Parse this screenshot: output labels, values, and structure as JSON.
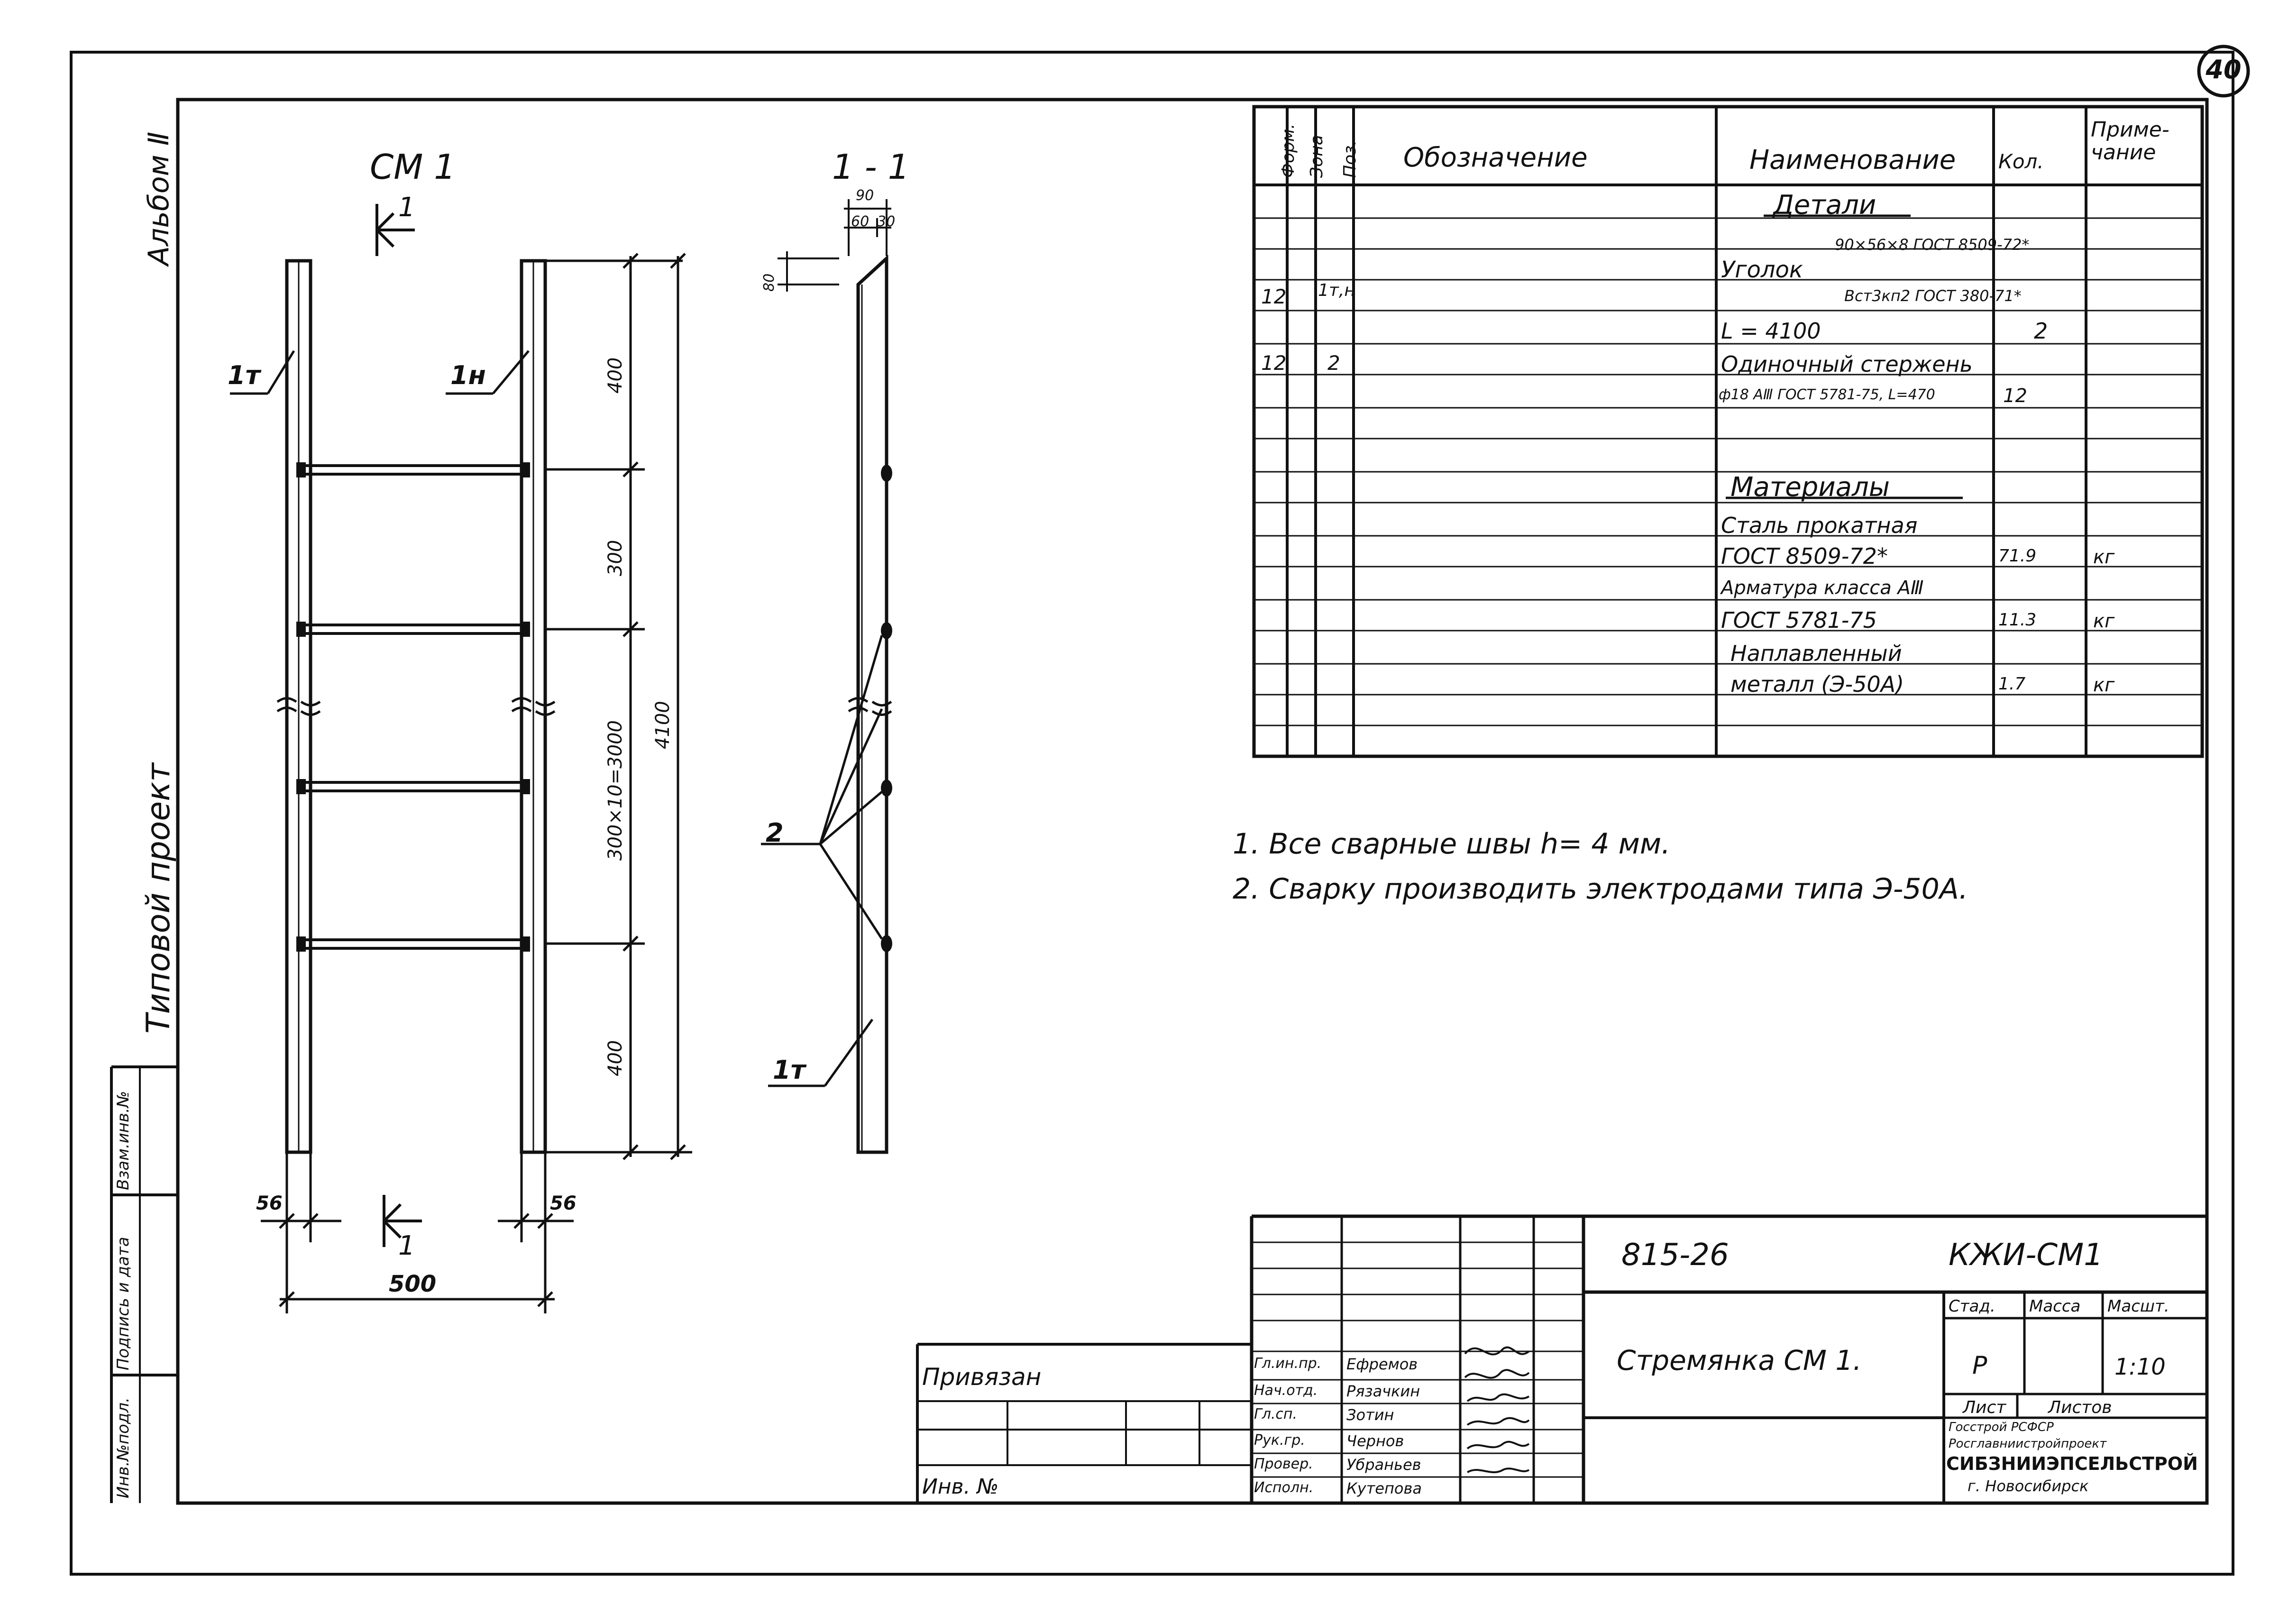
{
  "sheet_number": "40",
  "side_labels": {
    "album": "Альбом Ⅱ",
    "project_type": "Типовой проект",
    "stamp_columns": [
      "Инв.№подл.",
      "Подпись и дата",
      "Взам.инв.№"
    ]
  },
  "drawing": {
    "main_view_title": "СМ 1",
    "section_title": "1 - 1",
    "section_mark": "1",
    "callouts": {
      "stringer_left": "1т",
      "stringer_right": "1н",
      "rung": "2",
      "stringer_section": "1т"
    },
    "dims_vertical": [
      "400",
      "300",
      "300×10=3000",
      "400",
      "4100"
    ],
    "dims_horizontal": {
      "left_angle": "56",
      "right_angle": "56",
      "overall_width": "500"
    },
    "section_dims": {
      "total": "90",
      "part_a": "60",
      "part_b": "30",
      "bevel": "80"
    }
  },
  "spec_table": {
    "headers": {
      "format": "Форм.",
      "zone": "Зона",
      "pos": "Поз.",
      "designation": "Обозначение",
      "name": "Наименование",
      "qty": "Кол.",
      "note": "Приме-чание"
    },
    "section_details": "Детали",
    "row_angle": {
      "format": "12",
      "pos": "1т,н",
      "name_prefix": "Уголок",
      "name_top": "90×56×8 ГОСТ 8509-72*",
      "name_bottom": "Вст3кп2 ГОСТ 380-71*"
    },
    "row_length": {
      "name": "L = 4100",
      "qty": "2"
    },
    "row_rod": {
      "format": "12",
      "pos": "2",
      "name": "Одиночный стержень"
    },
    "row_rod2": {
      "name": "ф18 АⅢ ГОСТ 5781-75, L=470",
      "qty": "12"
    },
    "section_materials": "Материалы",
    "materials": [
      {
        "name": "Сталь прокатная",
        "qty": "",
        "note": ""
      },
      {
        "name": "ГОСТ 8509-72*",
        "qty": "71.9",
        "note": "кг"
      },
      {
        "name": "Арматура класса АⅢ",
        "qty": "",
        "note": ""
      },
      {
        "name": "ГОСТ 5781-75",
        "qty": "11.3",
        "note": "кг"
      },
      {
        "name": "Наплавленный",
        "qty": "",
        "note": ""
      },
      {
        "name": "металл (Э-50А)",
        "qty": "1.7",
        "note": "кг"
      }
    ]
  },
  "notes": [
    "1. Все сварные швы h= 4 мм.",
    "2. Сварку производить электродами типа Э-50А."
  ],
  "title_block": {
    "doc_code": "815-26",
    "doc_mark": "КЖИ-СМ1",
    "title": "Стремянка СМ 1.",
    "stage_label": "Стад.",
    "mass_label": "Масса",
    "scale_label": "Масшт.",
    "stage": "Р",
    "scale": "1:10",
    "sheet_label": "Лист",
    "sheets_label": "Листов",
    "org_line1": "Госстрой РСФСР",
    "org_line2": "Росглавниистройпроект",
    "org_name": "СИБЗНИИЭПСЕЛЬСТРОЙ",
    "city": "г. Новосибирск",
    "privyazan": "Привязан",
    "inv_no": "Инв. №",
    "roles": [
      "Гл.ин.пр.",
      "Нач.отд.",
      "Гл.сп.",
      "Рук.гр.",
      "Провер.",
      "Исполн."
    ],
    "names": [
      "Ефремов",
      "Рязачкин",
      "Зотин",
      "Чернов",
      "Убраньев",
      "Кутепова"
    ]
  }
}
